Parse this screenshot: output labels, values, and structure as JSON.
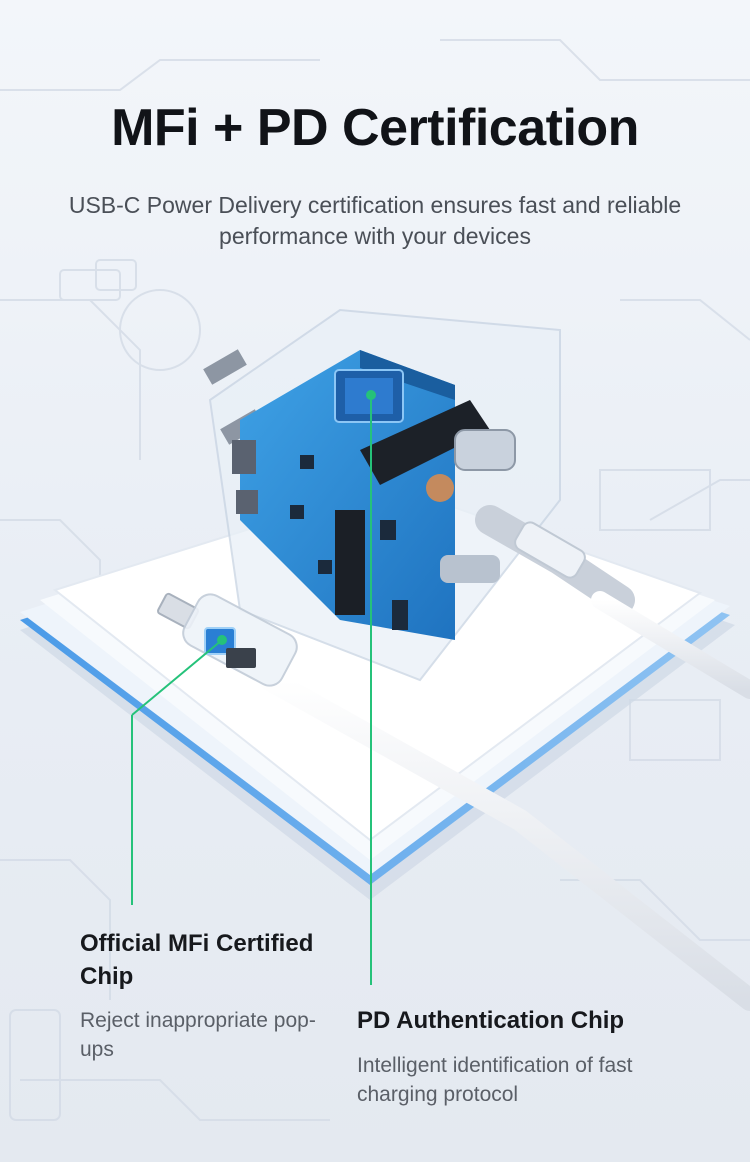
{
  "header": {
    "title": "MFi + PD Certification",
    "subtitle": "USB-C Power Delivery certification ensures fast and reliable performance with your devices"
  },
  "callouts": {
    "mfi": {
      "title": "Official MFi Certified Chip",
      "description": "Reject inappropriate pop-ups"
    },
    "pd": {
      "title": "PD Authentication Chip",
      "description": "Intelligent identification of fast charging protocol"
    }
  },
  "colors": {
    "accent_line": "#25c27a",
    "board_blue": "#2f8fd8",
    "text_dark": "#111318",
    "text_muted": "#4a4f57"
  }
}
